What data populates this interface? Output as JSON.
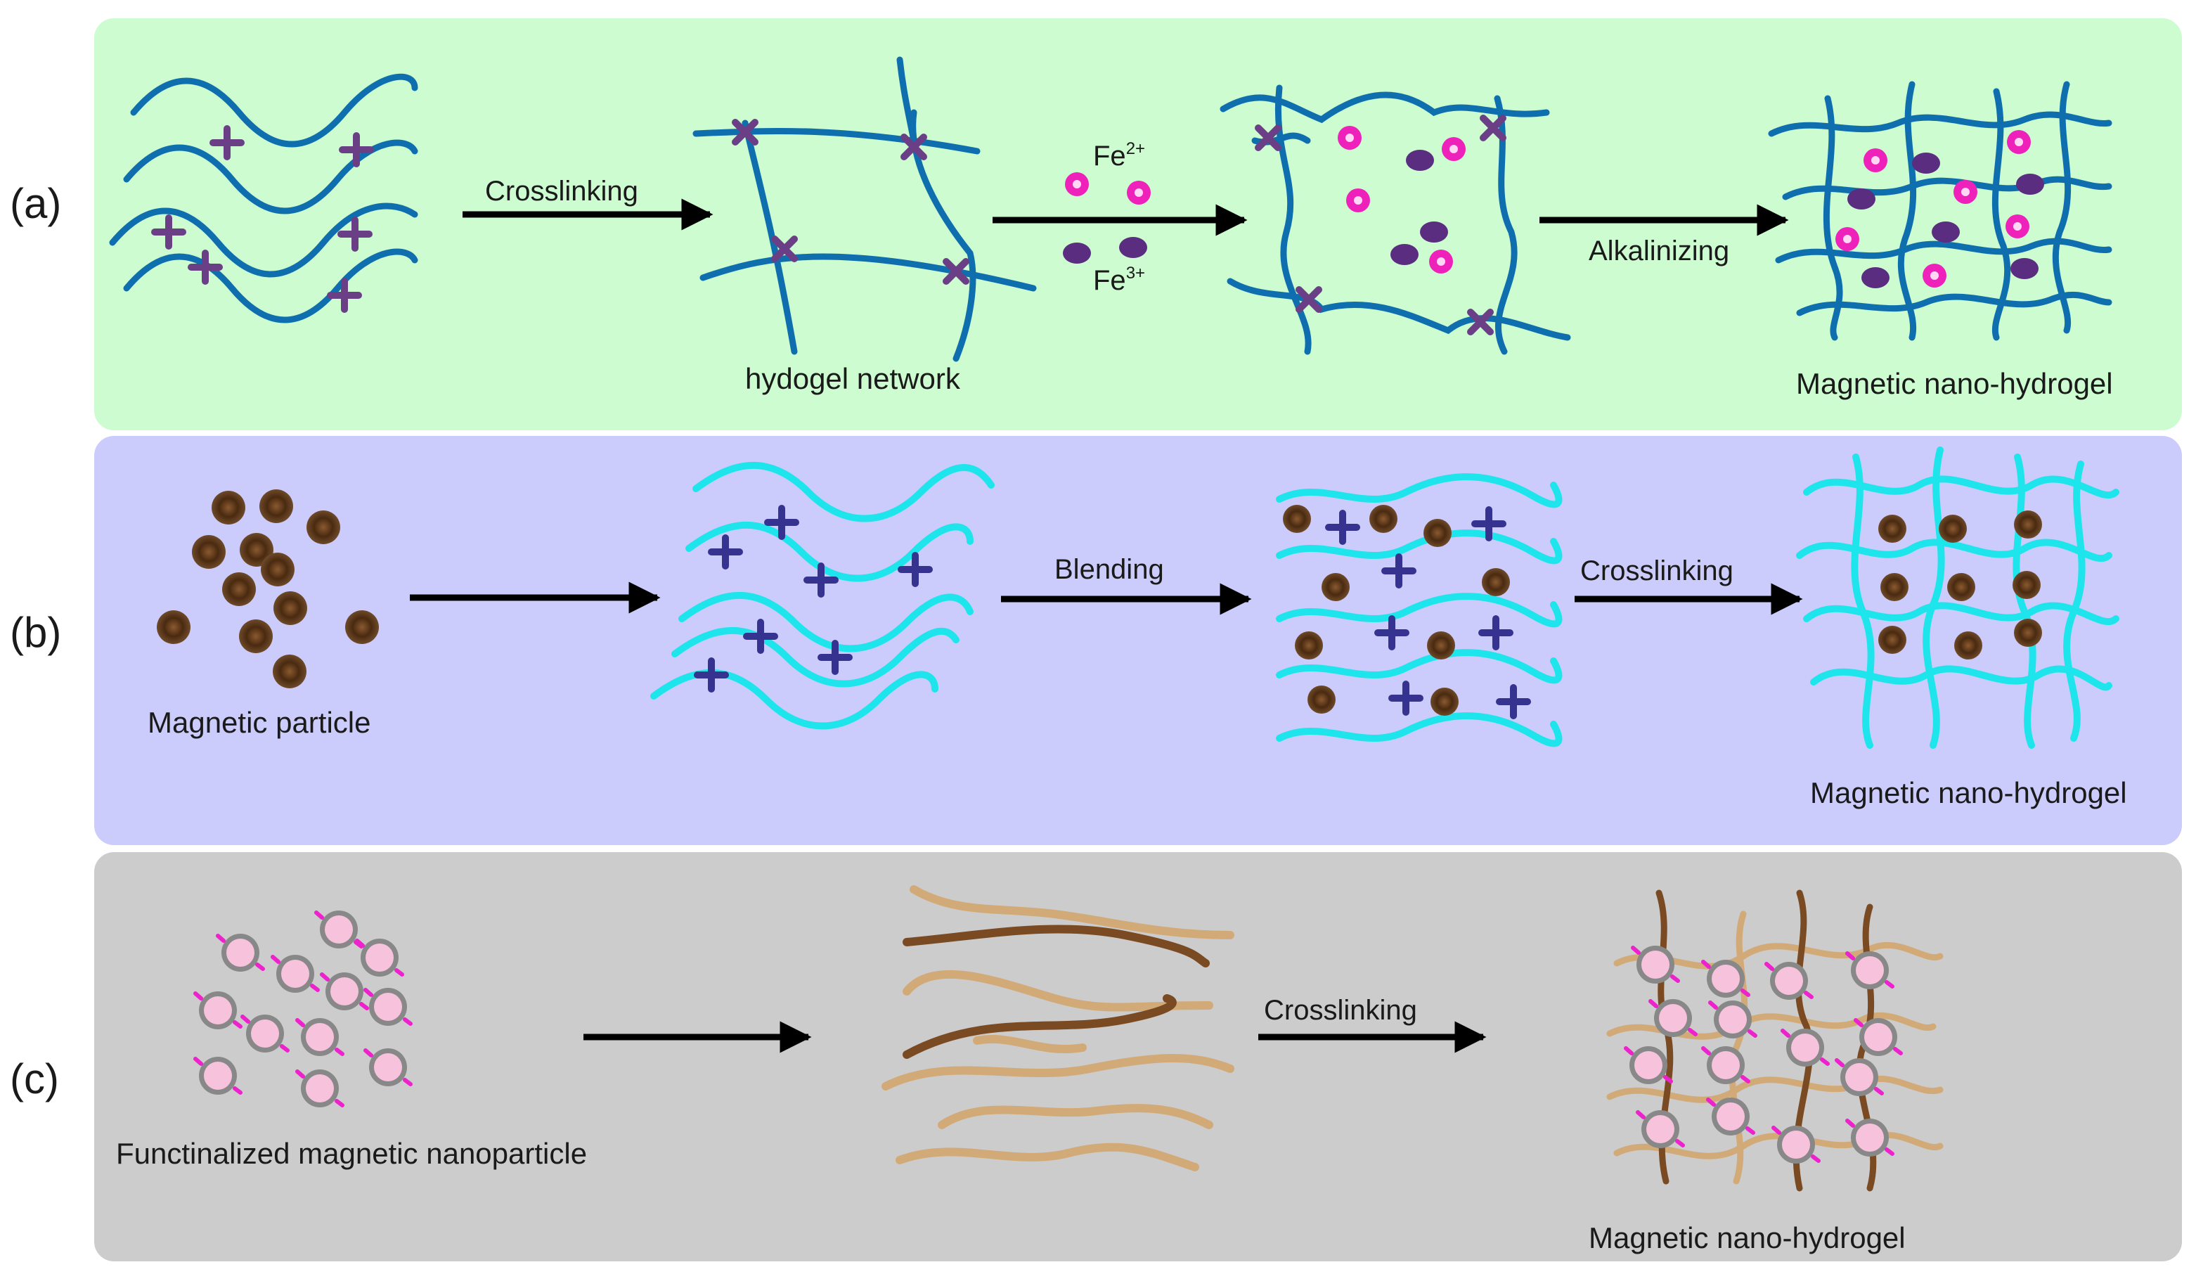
{
  "colors": {
    "panel_a_bg": "#ccfcd0",
    "panel_b_bg": "#ccccfc",
    "panel_c_bg": "#cccccc",
    "chain_a": "#0f6fae",
    "chain_b": "#1ee5ec",
    "chain_c_light": "#d2aa78",
    "chain_c_dark": "#7a4a22",
    "crosslink_mark": "#6a3f86",
    "plus_a": "#6a3f86",
    "plus_b": "#35338f",
    "fe2_ion": "#ee22bb",
    "fe3_ion": "#5a2d80",
    "magnetic_particle": "#4a2a10",
    "functionalized_core": "#f7c2dc",
    "functional_group": "#ee22cc",
    "arrow": "#000000"
  },
  "icons": {
    "plus": "plus-icon",
    "crosslink": "cross-icon",
    "particle": "particle-icon"
  },
  "panels": {
    "a": {
      "letter": "(a)",
      "step1": "Crosslinking",
      "network_caption": "hydogel network",
      "ion1_base": "Fe",
      "ion1_charge": "2+",
      "ion2_base": "Fe",
      "ion2_charge": "3+",
      "step2": "Alkalinizing",
      "result_caption": "Magnetic nano-hydrogel"
    },
    "b": {
      "letter": "(b)",
      "particle_caption": "Magnetic particle",
      "step1": "Blending",
      "step2": "Crosslinking",
      "result_caption": "Magnetic nano-hydrogel"
    },
    "c": {
      "letter": "(c)",
      "particle_caption": "Functinalized magnetic nanoparticle",
      "step1": "Crosslinking",
      "result_caption": "Magnetic nano-hydrogel"
    }
  }
}
